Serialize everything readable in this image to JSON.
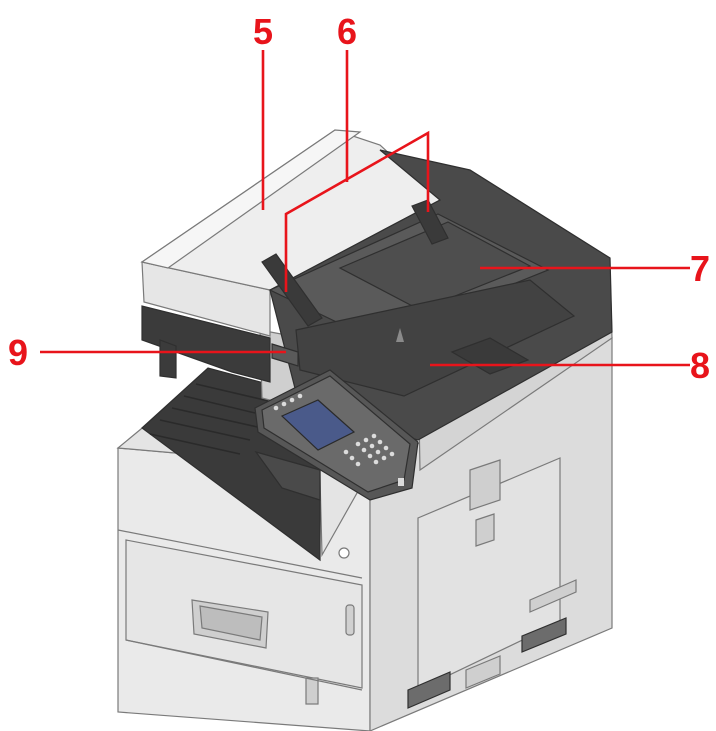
{
  "callouts": [
    {
      "id": "5",
      "label": "5"
    },
    {
      "id": "6",
      "label": "6"
    },
    {
      "id": "7",
      "label": "7"
    },
    {
      "id": "8",
      "label": "8"
    },
    {
      "id": "9",
      "label": "9"
    }
  ],
  "colors": {
    "callout": "#e8141b",
    "body_light": "#e9e9e9",
    "body_shade": "#cfcfcf",
    "tray_dark": "#3d3d3d",
    "screen": "#4a5a8a"
  },
  "icons": [
    "printer-illustration"
  ]
}
